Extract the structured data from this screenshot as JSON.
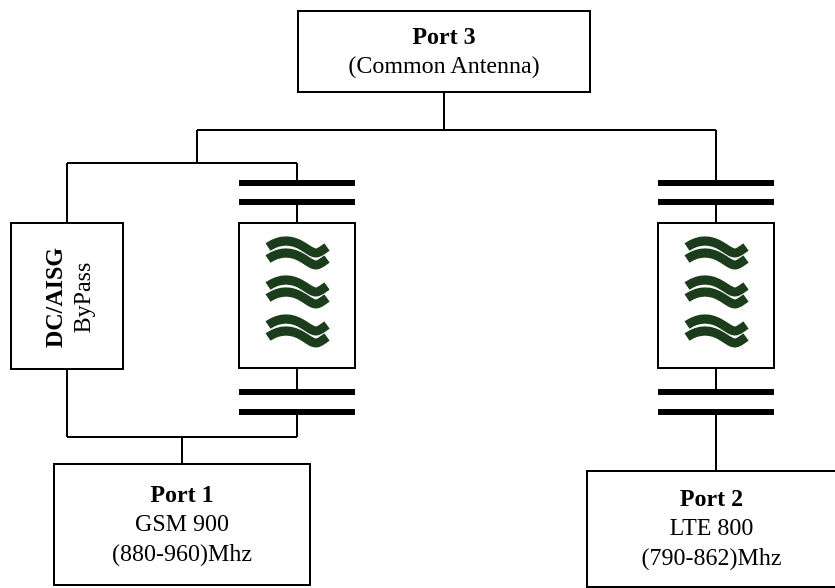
{
  "port3": {
    "title": "Port 3",
    "subtitle": "(Common Antenna)"
  },
  "port1": {
    "title": "Port 1",
    "line1": "GSM 900",
    "line2": "(880-960)Mhz"
  },
  "port2": {
    "title": "Port 2",
    "line1": "LTE 800",
    "line2": "(790-862)Mhz"
  },
  "bypass": {
    "line1": "DC/AISG",
    "line2": "ByPass"
  },
  "colors": {
    "line": "#000000",
    "filter_wave": "#1b3d1b"
  },
  "icons": {
    "filter_symbol": "wave-filter-icon",
    "capacitor_symbol": "capacitor-icon"
  }
}
